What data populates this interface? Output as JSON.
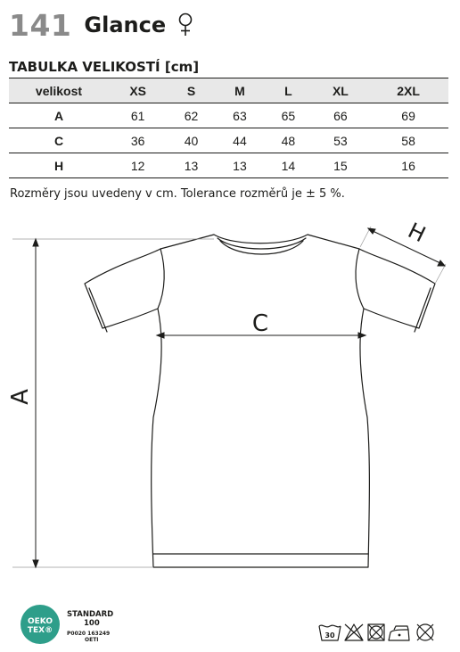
{
  "header": {
    "code": "141",
    "model": "Glance",
    "gender_icon": "female-symbol-icon"
  },
  "table": {
    "title": "TABULKA VELIKOSTÍ [cm]",
    "columns": [
      "velikost",
      "XS",
      "S",
      "M",
      "L",
      "XL",
      "2XL"
    ],
    "rows": [
      {
        "label": "A",
        "values": [
          "61",
          "62",
          "63",
          "65",
          "66",
          "69"
        ]
      },
      {
        "label": "C",
        "values": [
          "36",
          "40",
          "44",
          "48",
          "53",
          "58"
        ]
      },
      {
        "label": "H",
        "values": [
          "12",
          "13",
          "13",
          "14",
          "15",
          "16"
        ]
      }
    ]
  },
  "note": "Rozměry jsou uvedeny v cm. Tolerance rozměrů je ± 5 %.",
  "diagram": {
    "label_a": "A",
    "label_c": "C",
    "label_h": "H",
    "line_color": "#1d1d1b",
    "fill_color": "#ffffff"
  },
  "certification": {
    "logo_line1": "OEKO",
    "logo_line2": "TEX®",
    "logo_color": "#2e9e8a",
    "standard": "STANDARD",
    "number": "100",
    "code": "P0020 163249",
    "institute": "OETI"
  },
  "care_icons": [
    {
      "icon": "wash-30-icon",
      "text": "30"
    },
    {
      "icon": "no-bleach-icon"
    },
    {
      "icon": "no-tumble-dry-icon"
    },
    {
      "icon": "iron-low-icon"
    },
    {
      "icon": "no-dry-clean-icon"
    }
  ]
}
